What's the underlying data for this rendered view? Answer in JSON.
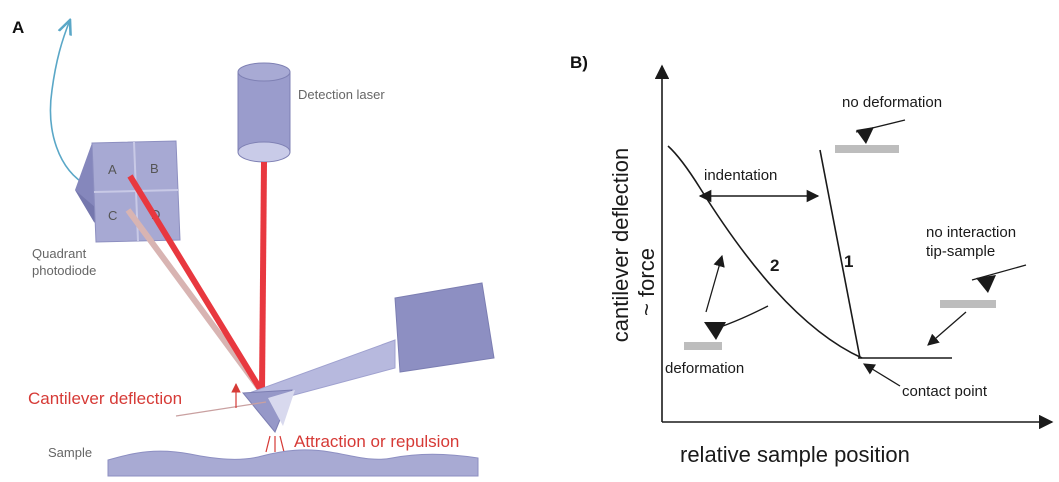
{
  "panel_a": {
    "letter": "A",
    "detection_laser": "Detection laser",
    "quadrant_photodiode_line1": "Quadrant",
    "quadrant_photodiode_line2": "photodiode",
    "quadrants": [
      "A",
      "B",
      "C",
      "D"
    ],
    "cantilever_deflection": "Cantilever deflection",
    "attraction_or_repulsion": "Attraction or repulsion",
    "sample": "Sample"
  },
  "panel_b": {
    "letter": "B)",
    "ylabel_line1": "cantilever deflection",
    "ylabel_line2": "~ force",
    "xlabel": "relative sample position",
    "no_deformation": "no deformation",
    "indentation": "indentation",
    "no_interaction_line1": "no interaction",
    "no_interaction_line2": "tip-sample",
    "curve_1": "1",
    "curve_2": "2",
    "deformation": "deformation",
    "contact_point": "contact point"
  },
  "colors": {
    "device_blue": "#9a9ccc",
    "laser_red": "#e8383f",
    "annotation_red": "#d63a36",
    "reflected_beam": "#d8b4b2"
  }
}
